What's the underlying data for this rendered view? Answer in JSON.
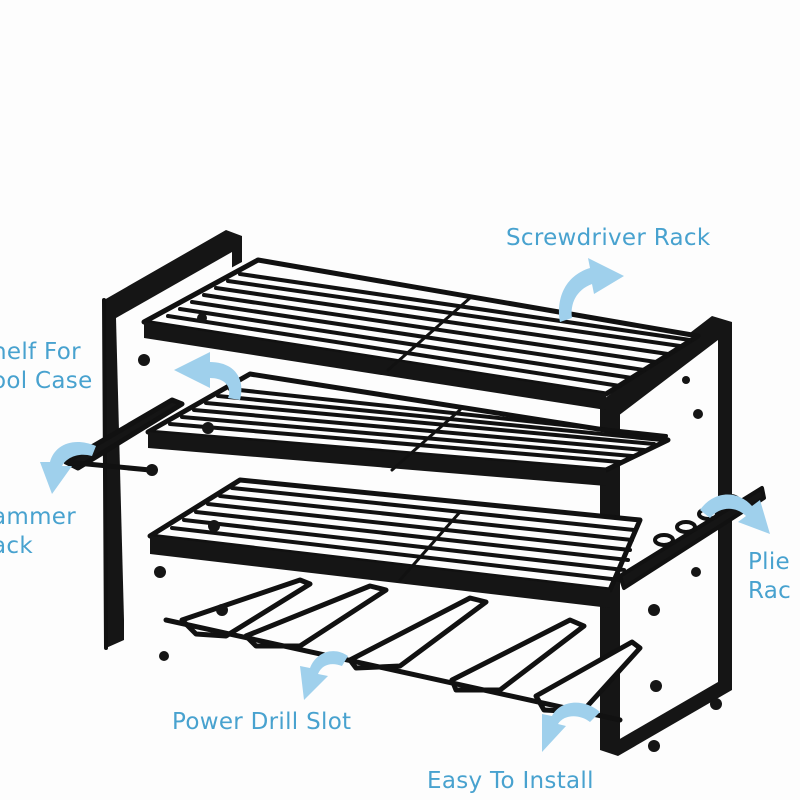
{
  "labels": {
    "screwdriver_rack": "Screwdriver Rack",
    "shelf_line1": "helf For",
    "shelf_line2": "ool Case",
    "hammer_line1": "ammer",
    "hammer_line2": "ack",
    "pliers_line1": "Plie",
    "pliers_line2": "Rac",
    "power_drill_slot": "Power Drill Slot",
    "easy_install": "Easy To Install"
  },
  "colors": {
    "rack": "#111111",
    "label": "#48a2cf",
    "arrow": "#9fd0ec",
    "background": "#fdfdfd"
  }
}
